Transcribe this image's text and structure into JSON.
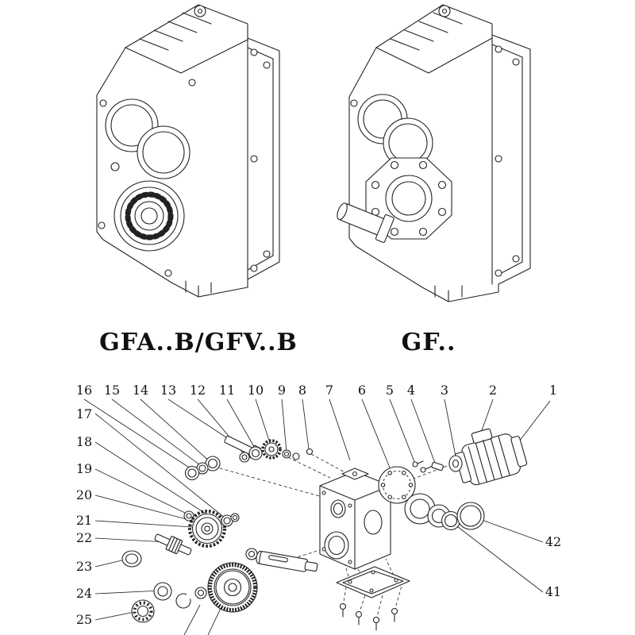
{
  "colors": {
    "ink": "#222222",
    "background": "#ffffff"
  },
  "models": [
    {
      "label": "GFA..B/GFV..B"
    },
    {
      "label": "GF.."
    }
  ],
  "exploded": {
    "callouts_top": [
      "16",
      "15",
      "14",
      "13",
      "12",
      "11",
      "10",
      "9",
      "8",
      "7",
      "6",
      "5",
      "4",
      "3",
      "2",
      "1"
    ],
    "callouts_left": [
      "17",
      "18",
      "19",
      "20",
      "21",
      "22",
      "23",
      "24",
      "25"
    ],
    "callouts_right": [
      "42",
      "41"
    ]
  }
}
